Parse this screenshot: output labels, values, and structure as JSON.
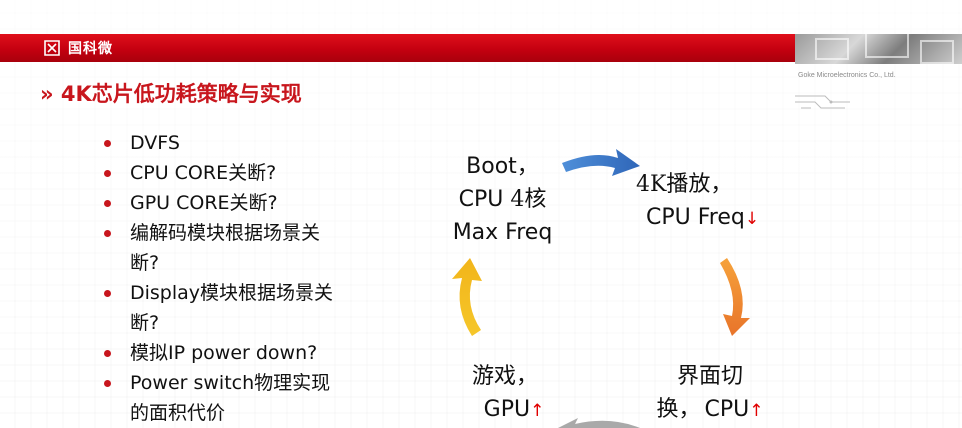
{
  "header": {
    "logo_text": "国科微",
    "company": "Goke Microelectronics Co., Ltd.",
    "colors": {
      "brand_red": "#c8161d",
      "bar_red": "#d00a15"
    }
  },
  "title": "» 4K芯片低功耗策略与实现",
  "bullets": [
    {
      "lines": [
        "DVFS"
      ]
    },
    {
      "lines": [
        "CPU CORE关断?"
      ]
    },
    {
      "lines": [
        "GPU CORE关断?"
      ]
    },
    {
      "lines": [
        "编解码模块根据场景关",
        "断?"
      ]
    },
    {
      "lines": [
        "Display模块根据场景关",
        "断?"
      ]
    },
    {
      "lines": [
        "模拟IP power down?"
      ]
    },
    {
      "lines": [
        "Power switch物理实现",
        "的面积代价"
      ]
    }
  ],
  "cycle": {
    "boot": {
      "l1": "Boot，",
      "l2a": "CPU ",
      "l2b": "4核",
      "l3": "Max Freq"
    },
    "play4k": {
      "l1": "4K播放，",
      "l2": "CPU Freq",
      "mark": "↓"
    },
    "ui": {
      "l1": "界面切",
      "l2a": "换，",
      "l2b": "CPU",
      "mark": "↑"
    },
    "game": {
      "l1": "游戏，",
      "l2": "GPU",
      "mark": "↑"
    },
    "arrow_colors": {
      "top": "#3a78c9",
      "right": "#f08a2c",
      "bottom": "#a9a9a9",
      "left": "#f3c21e"
    }
  }
}
